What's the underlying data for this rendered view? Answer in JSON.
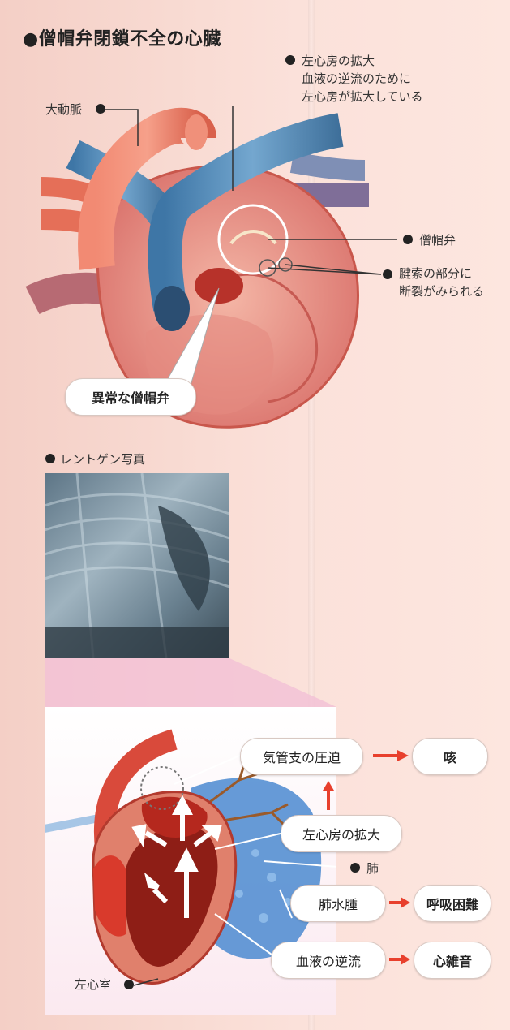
{
  "title": "●僧帽弁閉鎖不全の心臓",
  "top_labels": {
    "aorta": "大動脈",
    "la_enlarge_1": "左心房の拡大",
    "la_enlarge_2": "血液の逆流のために",
    "la_enlarge_3": "左心房が拡大している",
    "mitral": "僧帽弁",
    "chordae_1": "腱索の部分に",
    "chordae_2": "断裂がみられる",
    "abnormal": "異常な僧帽弁"
  },
  "xray_label": "レントゲン写真",
  "bottom_labels": {
    "bronchi": "気管支の圧迫",
    "cough": "咳",
    "la_enlarge": "左心房の拡大",
    "lung": "肺",
    "edema": "肺水腫",
    "dyspnea": "呼吸困難",
    "regurg": "血液の逆流",
    "murmur": "心雑音",
    "lv": "左心室"
  },
  "colors": {
    "background": "#fbe1da",
    "aorta": "#e46f5a",
    "vein": "#4f86b3",
    "heart": "#d9584a",
    "arrow": "#e8402d"
  }
}
